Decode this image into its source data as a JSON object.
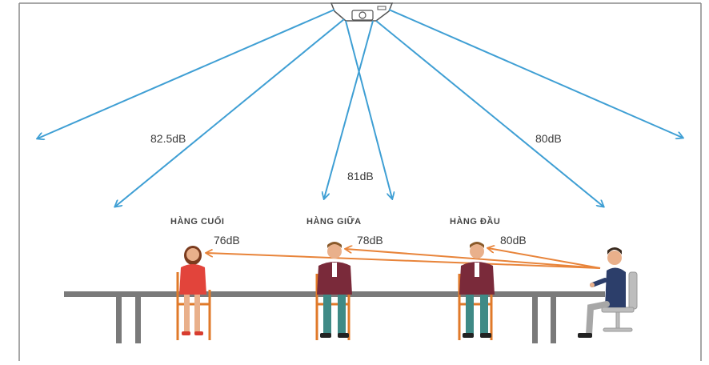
{
  "labels": {
    "beam_left": "82.5dB",
    "beam_mid": "81dB",
    "beam_right": "80dB",
    "row_back": "HÀNG CUỐI",
    "row_middle": "HÀNG GIỮA",
    "row_front": "HÀNG ĐẦU",
    "voice_back": "76dB",
    "voice_middle": "78dB",
    "voice_front": "80dB"
  },
  "colors": {
    "beam": "#3f9fd4",
    "voice": "#e8843a",
    "table": "#7a7a7a",
    "chair": "#e07a2a",
    "border": "#7a7a7a"
  },
  "icons": {
    "speaker": "ceiling-speaker-icon",
    "listeners": "seated-person-icon",
    "presenter": "presenter-icon"
  }
}
